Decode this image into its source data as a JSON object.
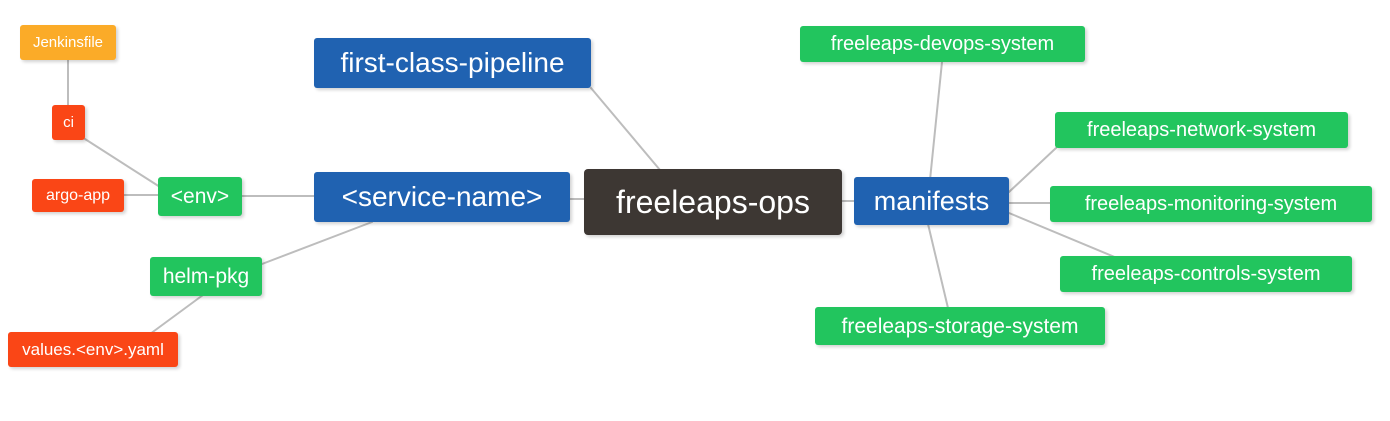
{
  "diagram": {
    "type": "mindmap",
    "title": "freeleaps-ops",
    "background": "#ffffff",
    "edge_color": "#bdbdbd",
    "palette": {
      "root": "#3d3733",
      "blue": "#2062b1",
      "green": "#22b85c",
      "green_light": "#22c55e",
      "red": "#fa4616",
      "orange": "#fbab28"
    },
    "nodes": {
      "root": {
        "label": "freeleaps-ops",
        "color": "#3d3733"
      },
      "first_class_pipeline": {
        "label": "first-class-pipeline",
        "color": "#2062b1"
      },
      "service_name": {
        "label": "<service-name>",
        "color": "#2062b1"
      },
      "env": {
        "label": "<env>",
        "color": "#22c55e"
      },
      "ci": {
        "label": "ci",
        "color": "#fa4616"
      },
      "jenkinsfile": {
        "label": "Jenkinsfile",
        "color": "#fbab28"
      },
      "argo_app": {
        "label": "argo-app",
        "color": "#fa4616"
      },
      "helm_pkg": {
        "label": "helm-pkg",
        "color": "#22c55e"
      },
      "values_yaml": {
        "label": "values.<env>.yaml",
        "color": "#fa4616"
      },
      "manifests": {
        "label": "manifests",
        "color": "#2062b1"
      },
      "devops_system": {
        "label": "freeleaps-devops-system",
        "color": "#22c55e"
      },
      "network_system": {
        "label": "freeleaps-network-system",
        "color": "#22c55e"
      },
      "monitoring_system": {
        "label": "freeleaps-monitoring-system",
        "color": "#22c55e"
      },
      "controls_system": {
        "label": "freeleaps-controls-system",
        "color": "#22c55e"
      },
      "storage_system": {
        "label": "freeleaps-storage-system",
        "color": "#22c55e"
      }
    },
    "edges": [
      {
        "from": "root",
        "to": "first_class_pipeline"
      },
      {
        "from": "root",
        "to": "service_name"
      },
      {
        "from": "root",
        "to": "manifests"
      },
      {
        "from": "service_name",
        "to": "env"
      },
      {
        "from": "service_name",
        "to": "helm_pkg"
      },
      {
        "from": "env",
        "to": "ci"
      },
      {
        "from": "env",
        "to": "argo_app"
      },
      {
        "from": "ci",
        "to": "jenkinsfile"
      },
      {
        "from": "helm_pkg",
        "to": "values_yaml"
      },
      {
        "from": "manifests",
        "to": "devops_system"
      },
      {
        "from": "manifests",
        "to": "network_system"
      },
      {
        "from": "manifests",
        "to": "monitoring_system"
      },
      {
        "from": "manifests",
        "to": "controls_system"
      },
      {
        "from": "manifests",
        "to": "storage_system"
      }
    ]
  }
}
